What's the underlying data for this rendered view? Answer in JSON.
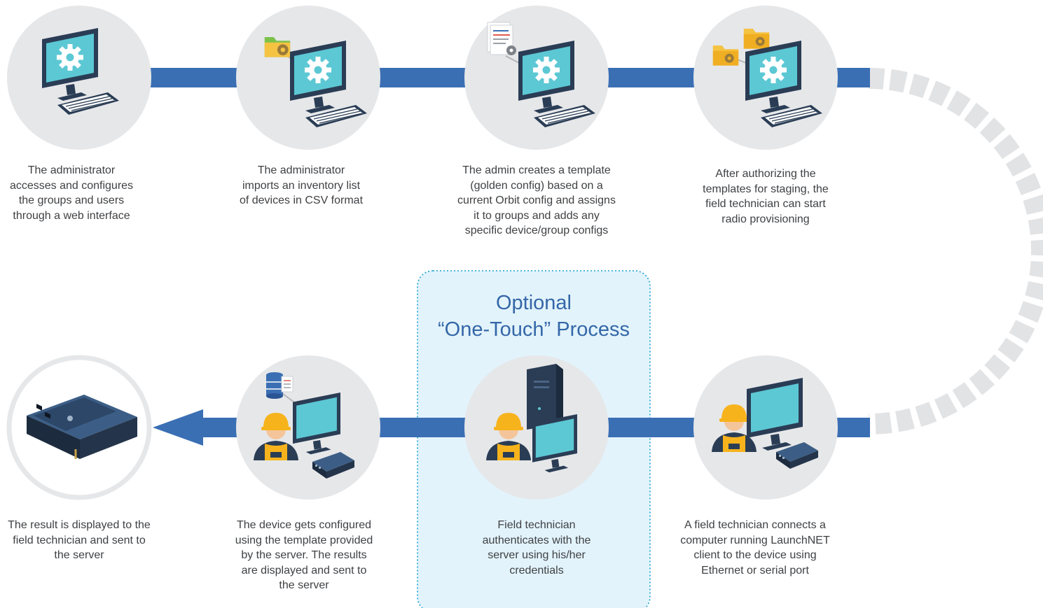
{
  "optional_box": {
    "line1": "Optional",
    "line2": "“One-Touch” Process"
  },
  "colors": {
    "connector": "#3a6fb4",
    "arrow": "#3a6fb4",
    "return_path": "#e2e3e5",
    "circle_fill": "#e6e7e9",
    "optional_box_fill": "#e2f3fb",
    "optional_box_border": "#1aa0d0",
    "optional_title": "#3467a8",
    "monitor_screen": "#5cc8d4",
    "device_body": "#2a3d55",
    "hardhat": "#f7b31c",
    "folder": "#f5c342"
  },
  "steps": [
    {
      "id": "step-1",
      "icon": "computer-gear-icon",
      "lines": [
        "The administrator",
        "accesses and configures",
        "the groups and users",
        "through a web interface"
      ]
    },
    {
      "id": "step-2",
      "icon": "folder-import-computer-icon",
      "lines": [
        "The administrator",
        "imports an inventory list",
        "of devices in CSV format"
      ]
    },
    {
      "id": "step-3",
      "icon": "document-template-computer-icon",
      "lines": [
        "The admin creates a template",
        "(golden config) based on a",
        "current Orbit config and assigns",
        "it to groups and adds any",
        "specific device/group configs"
      ]
    },
    {
      "id": "step-4",
      "icon": "folders-authorize-computer-icon",
      "lines": [
        "After authorizing the",
        "templates for staging, the",
        "field technician can start",
        "radio provisioning"
      ]
    },
    {
      "id": "step-5",
      "icon": "technician-computer-radio-icon",
      "lines": [
        "A field technician connects a",
        "computer running LaunchNET",
        "client to the device using",
        "Ethernet or serial port"
      ]
    },
    {
      "id": "step-6",
      "icon": "technician-server-icon",
      "lines": [
        "Field technician",
        "authenticates with the",
        "server using his/her",
        "credentials"
      ]
    },
    {
      "id": "step-7",
      "icon": "technician-database-radio-icon",
      "lines": [
        "The device gets configured",
        "using the template provided",
        "by the server. The results",
        "are displayed and sent to",
        "the server"
      ]
    },
    {
      "id": "step-8",
      "icon": "orbit-radio-device-icon",
      "lines": [
        "The result is displayed to the",
        "field technician and sent to",
        "the server"
      ]
    }
  ]
}
